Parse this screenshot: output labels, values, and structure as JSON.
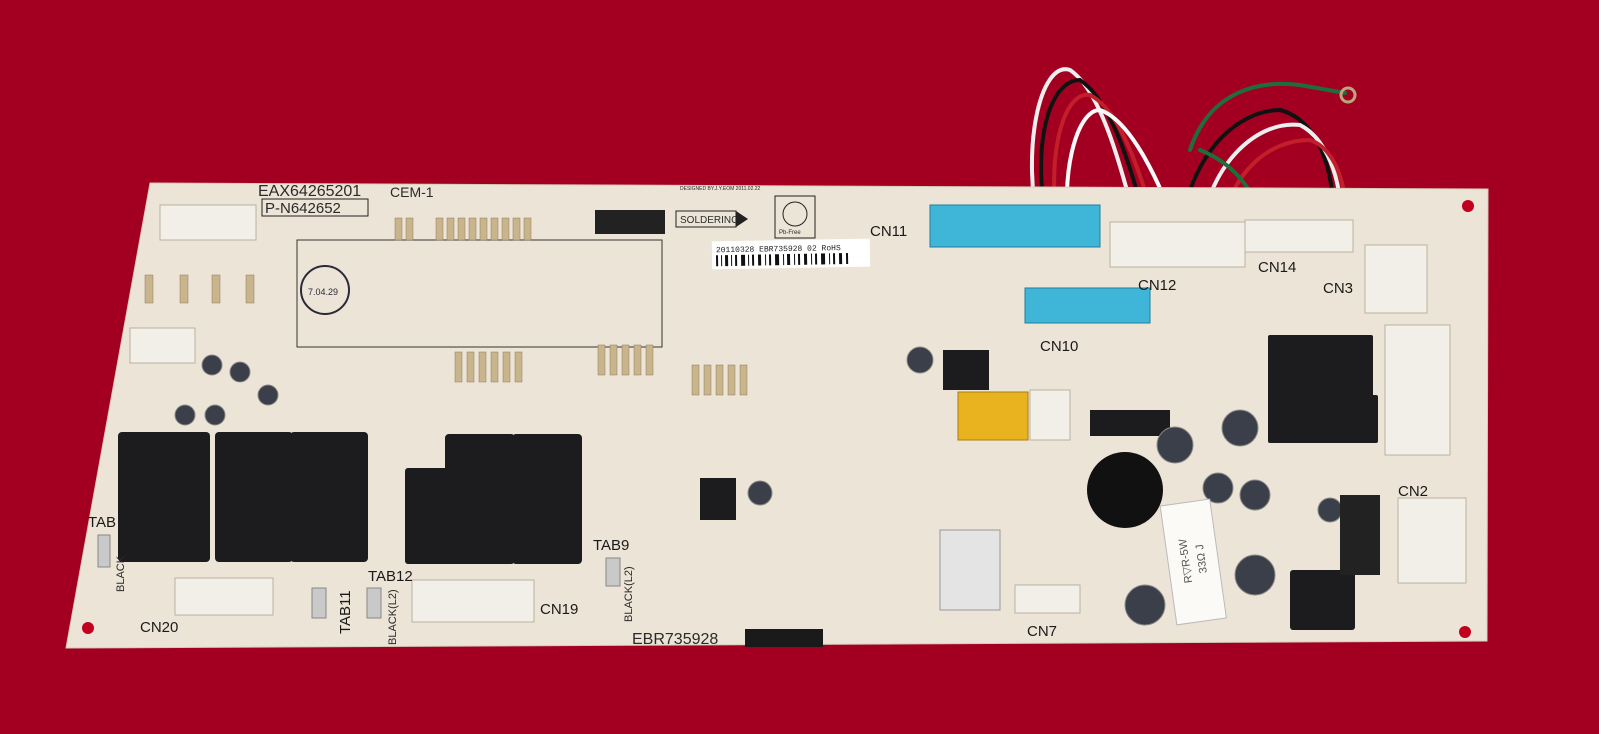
{
  "board": {
    "part_number": "EAX64265201",
    "material": "CEM-1",
    "pn": "P-N642652",
    "designed_by": "DESIGNED BY.J.Y.EOM 2011.02.22",
    "soldering": "SOLDERING",
    "pb_free": "Pb-Free",
    "barcode_label": "20110328 EBR735928 02 RoHS",
    "ebr": "EBR735928",
    "stamp_text": "7.04.29"
  },
  "labels": {
    "cn11": "CN11",
    "cn12": "CN12",
    "cn14": "CN14",
    "cn3": "CN3",
    "cn10": "CN10",
    "cn2": "CN2",
    "cn7": "CN7",
    "cn19": "CN19",
    "cn20": "CN20",
    "tab": "TAB",
    "tab9": "TAB9",
    "tab11": "TAB11",
    "tab12": "TAB12",
    "black_l2": "BLACK(L2)",
    "black_l2b": "BLACK(L2)",
    "black": "BLACK",
    "resistor": "R▽R-5W",
    "resistor_value": "33Ω J"
  },
  "colors": {
    "background": "#a30021",
    "board": "#ece4d6",
    "relay": "#1c1c1e",
    "connector_blue": "#3fb6d8",
    "connector_white": "#f2efe8",
    "connector_yellow": "#e9b21f"
  }
}
